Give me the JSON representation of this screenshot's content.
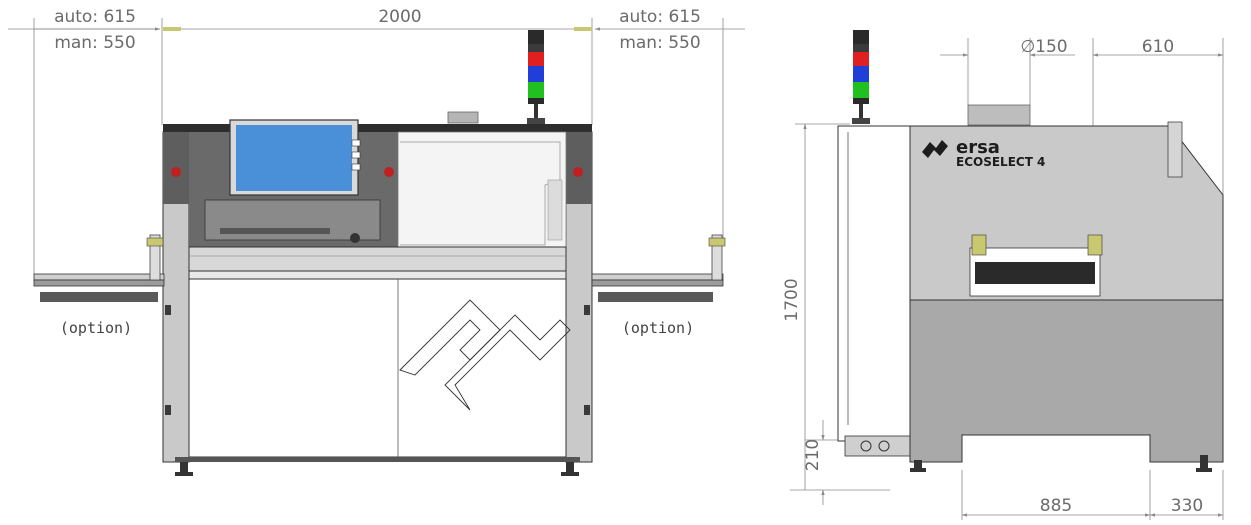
{
  "front_view": {
    "left_dim_auto": "auto: 615",
    "left_dim_man": "man: 550",
    "width_dim": "2000",
    "right_dim_auto": "auto: 615",
    "right_dim_man": "man: 550",
    "left_option_label": "(option)",
    "right_option_label": "(option)"
  },
  "side_view": {
    "diameter_dim": "∅150",
    "top_right_dim": "610",
    "height_dim": "1700",
    "base_height_dim": "210",
    "bottom_depth_dim": "885",
    "bottom_right_dim": "330",
    "brand_name": "ersa",
    "model_name": "ECOSELECT 4"
  },
  "colors": {
    "frame_gray": "#c9c9c9",
    "dark_gray": "#5a5a5a",
    "panel_gray": "#a9a9a9",
    "screen_blue": "#4a90d9",
    "light_red": "#e02020",
    "light_blue": "#1f3fd8",
    "light_green": "#20c020",
    "dimension_line": "#8a8a8a"
  },
  "icons": {
    "logo": "ersa-logo-icon",
    "signal_tower": "signal-light-tower-icon",
    "touchscreen": "touchscreen-icon"
  }
}
